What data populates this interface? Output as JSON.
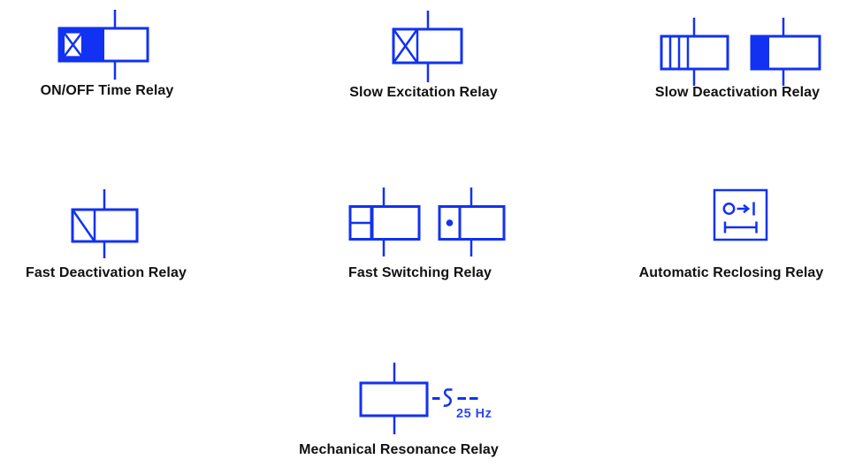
{
  "colors": {
    "symbol_blue": "#1132f2",
    "frequency_text_blue": "#2e48f2",
    "label_text": "#111111",
    "background": "#ffffff"
  },
  "symbols": [
    {
      "name": "on-off-time-relay",
      "label": "ON/OFF Time Relay"
    },
    {
      "name": "slow-excitation-relay",
      "label": "Slow Excitation Relay"
    },
    {
      "name": "slow-deactivation-relay",
      "label": "Slow Deactivation Relay"
    },
    {
      "name": "fast-deactivation-relay",
      "label": "Fast Deactivation Relay"
    },
    {
      "name": "fast-switching-relay",
      "label": "Fast Switching Relay"
    },
    {
      "name": "automatic-reclosing-relay",
      "label": "Automatic Reclosing Relay"
    },
    {
      "name": "mechanical-resonance-relay",
      "label": "Mechanical Resonance Relay",
      "frequency": "25 Hz"
    }
  ]
}
